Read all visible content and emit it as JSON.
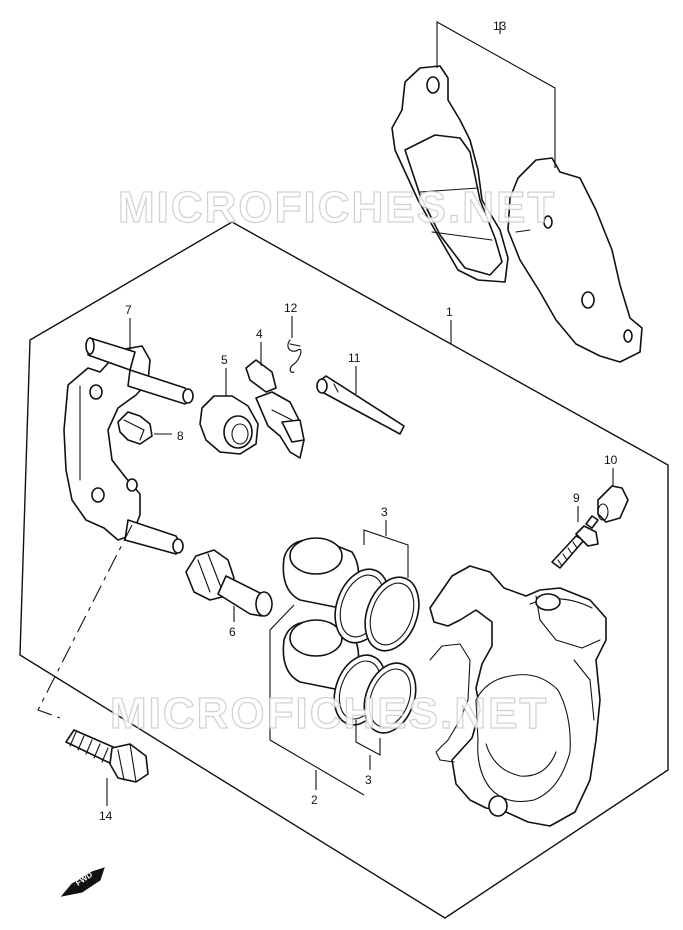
{
  "watermark": "MICROFICHES.NET",
  "direction_badge": "FWD",
  "callouts": [
    {
      "id": "c1",
      "text": "1"
    },
    {
      "id": "c2",
      "text": "2"
    },
    {
      "id": "c3a",
      "text": "3"
    },
    {
      "id": "c3b",
      "text": "3"
    },
    {
      "id": "c4",
      "text": "4"
    },
    {
      "id": "c5",
      "text": "5"
    },
    {
      "id": "c6",
      "text": "6"
    },
    {
      "id": "c7",
      "text": "7"
    },
    {
      "id": "c8",
      "text": "8"
    },
    {
      "id": "c9",
      "text": "9"
    },
    {
      "id": "c10",
      "text": "10"
    },
    {
      "id": "c11",
      "text": "11"
    },
    {
      "id": "c12",
      "text": "12"
    },
    {
      "id": "c13",
      "text": "13"
    },
    {
      "id": "c14",
      "text": "14"
    }
  ]
}
